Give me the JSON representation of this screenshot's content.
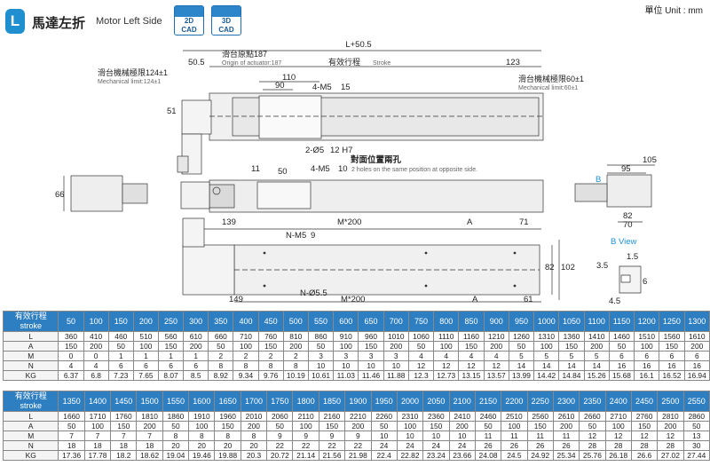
{
  "header": {
    "badge": "L",
    "title_cn": "馬達左折",
    "title_en": "Motor Left Side",
    "cad_2d": [
      "2D",
      "CAD"
    ],
    "cad_3d": [
      "3D",
      "CAD"
    ],
    "unit": "單位 Unit : mm"
  },
  "drawing": {
    "top_total": "L+50.5",
    "d50_5": "50.5",
    "origin_cn": "滑台原點187",
    "origin_en": "Origin of actuator:187",
    "stroke_cn": "有效行程",
    "stroke_en": "Stroke",
    "d123": "123",
    "mech_left_cn": "滑台機械極限124±1",
    "mech_left_en": "Mechanical limit:124±1",
    "mech_right_cn": "滑台機械極限60±1",
    "mech_right_en": "Mechanical limit:60±1",
    "d110": "110",
    "d90": "90",
    "m5_15": "4-M5",
    "m5_15b": "15",
    "d51": "51",
    "hole_phi5": "2-Ø5",
    "hole_phi5b": "12 H7",
    "opp_cn": "對面位置兩孔",
    "opp_m5": "4-M5",
    "opp_m5b": "10",
    "opp_en": "2 holes on the same position at opposite side.",
    "d11": "11",
    "d50": "50",
    "d66": "66",
    "d105": "105",
    "d95": "95",
    "b_mark": "B",
    "d82a": "82",
    "d70": "70",
    "bview": "B View",
    "d139": "139",
    "m200a": "M*200",
    "a_top": "A",
    "d71": "71",
    "nm5": "N-M5",
    "nm5b": "9",
    "d82b": "82",
    "d102": "102",
    "nphi": "N-Ø5.5",
    "d149": "149",
    "m200b": "M*200",
    "a_bot": "A",
    "d61": "61",
    "d1_5": "1.5",
    "d3_5": "3.5",
    "d6": "6",
    "d4_5": "4.5"
  },
  "table1": {
    "head_cn": "有效行程",
    "head_en": "stroke",
    "strokes": [
      "50",
      "100",
      "150",
      "200",
      "250",
      "300",
      "350",
      "400",
      "450",
      "500",
      "550",
      "600",
      "650",
      "700",
      "750",
      "800",
      "850",
      "900",
      "950",
      "1000",
      "1050",
      "1100",
      "1150",
      "1200",
      "1250",
      "1300"
    ],
    "rows": [
      {
        "label": "L",
        "values": [
          "360",
          "410",
          "460",
          "510",
          "560",
          "610",
          "660",
          "710",
          "760",
          "810",
          "860",
          "910",
          "960",
          "1010",
          "1060",
          "1110",
          "1160",
          "1210",
          "1260",
          "1310",
          "1360",
          "1410",
          "1460",
          "1510",
          "1560",
          "1610"
        ]
      },
      {
        "label": "A",
        "values": [
          "150",
          "200",
          "50",
          "100",
          "150",
          "200",
          "50",
          "100",
          "150",
          "200",
          "50",
          "100",
          "150",
          "200",
          "50",
          "100",
          "150",
          "200",
          "50",
          "100",
          "150",
          "200",
          "50",
          "100",
          "150",
          "200"
        ]
      },
      {
        "label": "M",
        "values": [
          "0",
          "0",
          "1",
          "1",
          "1",
          "1",
          "2",
          "2",
          "2",
          "2",
          "3",
          "3",
          "3",
          "3",
          "4",
          "4",
          "4",
          "4",
          "5",
          "5",
          "5",
          "5",
          "6",
          "6",
          "6",
          "6"
        ]
      },
      {
        "label": "N",
        "values": [
          "4",
          "4",
          "6",
          "6",
          "6",
          "6",
          "8",
          "8",
          "8",
          "8",
          "10",
          "10",
          "10",
          "10",
          "12",
          "12",
          "12",
          "12",
          "14",
          "14",
          "14",
          "14",
          "16",
          "16",
          "16",
          "16"
        ]
      },
      {
        "label": "KG",
        "values": [
          "6.37",
          "6.8",
          "7.23",
          "7.65",
          "8.07",
          "8.5",
          "8.92",
          "9.34",
          "9.76",
          "10.19",
          "10.61",
          "11.03",
          "11.46",
          "11.88",
          "12.3",
          "12.73",
          "13.15",
          "13.57",
          "13.99",
          "14.42",
          "14.84",
          "15.26",
          "15.68",
          "16.1",
          "16.52",
          "16.94"
        ]
      }
    ]
  },
  "table2": {
    "head_cn": "有效行程",
    "head_en": "stroke",
    "strokes": [
      "1350",
      "1400",
      "1450",
      "1500",
      "1550",
      "1600",
      "1650",
      "1700",
      "1750",
      "1800",
      "1850",
      "1900",
      "1950",
      "2000",
      "2050",
      "2100",
      "2150",
      "2200",
      "2250",
      "2300",
      "2350",
      "2400",
      "2450",
      "2500",
      "2550"
    ],
    "rows": [
      {
        "label": "L",
        "values": [
          "1660",
          "1710",
          "1760",
          "1810",
          "1860",
          "1910",
          "1960",
          "2010",
          "2060",
          "2110",
          "2160",
          "2210",
          "2260",
          "2310",
          "2360",
          "2410",
          "2460",
          "2510",
          "2560",
          "2610",
          "2660",
          "2710",
          "2760",
          "2810",
          "2860"
        ]
      },
      {
        "label": "A",
        "values": [
          "50",
          "100",
          "150",
          "200",
          "50",
          "100",
          "150",
          "200",
          "50",
          "100",
          "150",
          "200",
          "50",
          "100",
          "150",
          "200",
          "50",
          "100",
          "150",
          "200",
          "50",
          "100",
          "150",
          "200",
          "50"
        ]
      },
      {
        "label": "M",
        "values": [
          "7",
          "7",
          "7",
          "7",
          "8",
          "8",
          "8",
          "8",
          "9",
          "9",
          "9",
          "9",
          "10",
          "10",
          "10",
          "10",
          "11",
          "11",
          "11",
          "11",
          "12",
          "12",
          "12",
          "12",
          "13"
        ]
      },
      {
        "label": "N",
        "values": [
          "18",
          "18",
          "18",
          "18",
          "20",
          "20",
          "20",
          "20",
          "22",
          "22",
          "22",
          "22",
          "24",
          "24",
          "24",
          "24",
          "26",
          "26",
          "26",
          "26",
          "28",
          "28",
          "28",
          "28",
          "30"
        ]
      },
      {
        "label": "KG",
        "values": [
          "17.36",
          "17.78",
          "18.2",
          "18.62",
          "19.04",
          "19.46",
          "19.88",
          "20.3",
          "20.72",
          "21.14",
          "21.56",
          "21.98",
          "22.4",
          "22.82",
          "23.24",
          "23.66",
          "24.08",
          "24.5",
          "24.92",
          "25.34",
          "25.76",
          "26.18",
          "26.6",
          "27.02",
          "27.44"
        ]
      }
    ]
  }
}
